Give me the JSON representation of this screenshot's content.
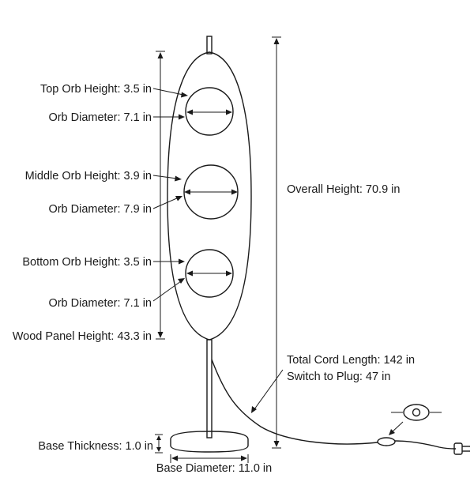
{
  "labels": {
    "top_orb_height": "Top Orb Height: 3.5 in",
    "top_orb_diameter": "Orb Diameter: 7.1 in",
    "middle_orb_height": "Middle Orb Height: 3.9 in",
    "middle_orb_diameter": "Orb Diameter: 7.9 in",
    "bottom_orb_height": "Bottom Orb Height: 3.5 in",
    "bottom_orb_diameter": "Orb Diameter: 7.1 in",
    "wood_panel_height": "Wood Panel Height: 43.3 in",
    "overall_height": "Overall Height: 70.9 in",
    "total_cord_length": "Total Cord Length: 142 in",
    "switch_to_plug": "Switch to Plug: 47 in",
    "base_thickness": "Base Thickness: 1.0 in",
    "base_diameter": "Base Diameter: 11.0 in"
  },
  "colors": {
    "line": "#1a1a1a",
    "background": "#ffffff"
  }
}
